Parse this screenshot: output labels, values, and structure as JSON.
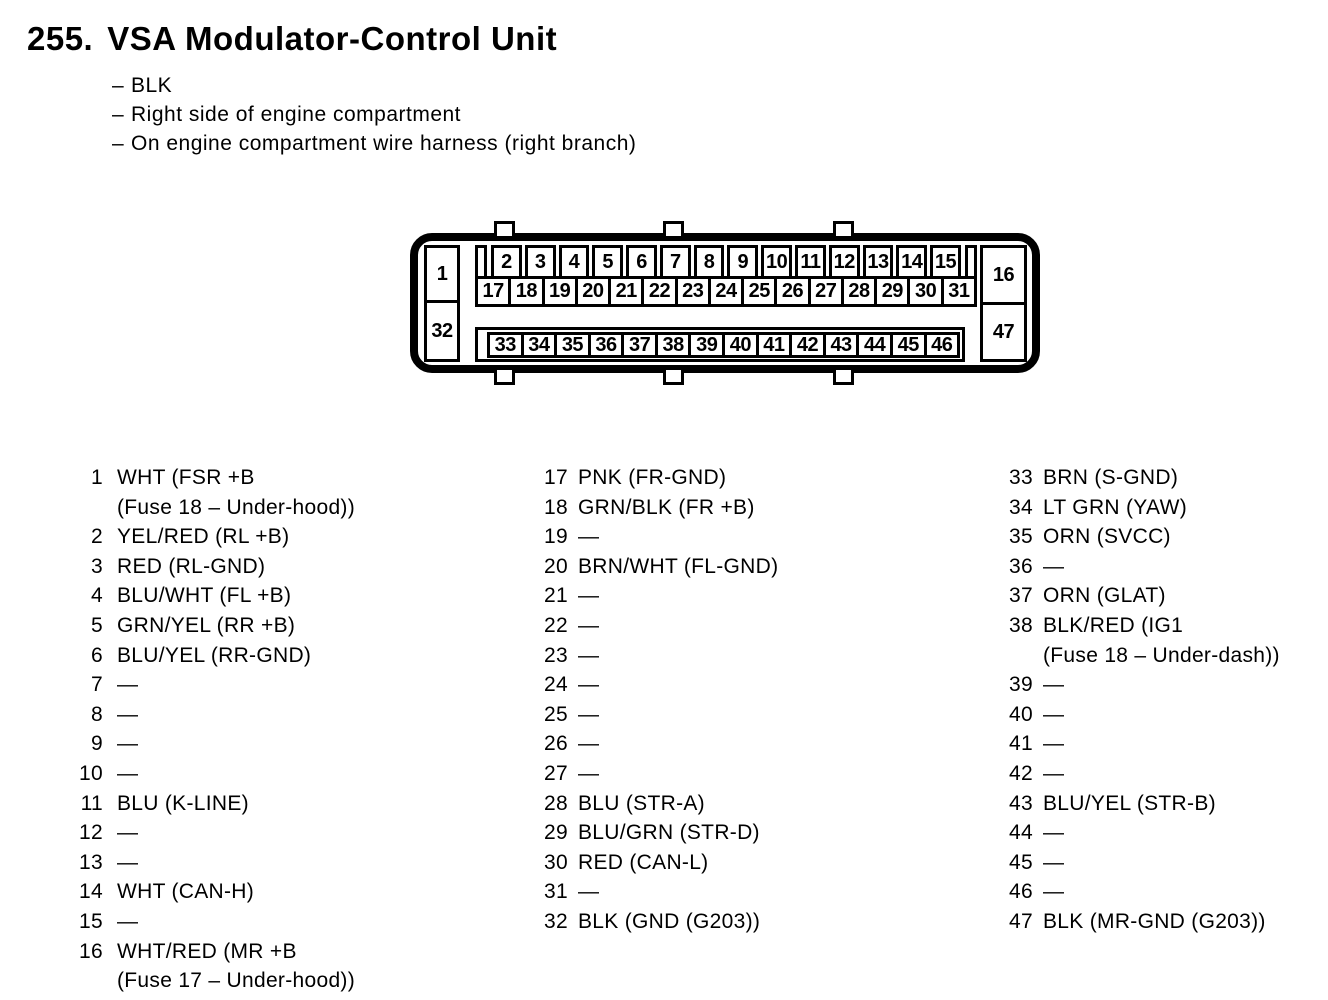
{
  "header": {
    "number": "255.",
    "title": "VSA Modulator-Control Unit",
    "bullet_dash": "–",
    "bullets": [
      "BLK",
      "Right side of engine compartment",
      "On engine compartment wire harness (right branch)"
    ]
  },
  "connector": {
    "pin1": "1",
    "pin16": "16",
    "pin32": "32",
    "pin47": "47",
    "top_row": [
      "2",
      "3",
      "4",
      "5",
      "6",
      "7",
      "8",
      "9",
      "10",
      "11",
      "12",
      "13",
      "14",
      "15"
    ],
    "middle_row": [
      "17",
      "18",
      "19",
      "20",
      "21",
      "22",
      "23",
      "24",
      "25",
      "26",
      "27",
      "28",
      "29",
      "30",
      "31"
    ],
    "bottom_row": [
      "33",
      "34",
      "35",
      "36",
      "37",
      "38",
      "39",
      "40",
      "41",
      "42",
      "43",
      "44",
      "45",
      "46"
    ]
  },
  "pin_table": {
    "col1": [
      {
        "num": "1",
        "label": "WHT (FSR +B\n(Fuse 18 – Under-hood))"
      },
      {
        "num": "2",
        "label": "YEL/RED (RL +B)"
      },
      {
        "num": "3",
        "label": "RED (RL-GND)"
      },
      {
        "num": "4",
        "label": "BLU/WHT (FL +B)"
      },
      {
        "num": "5",
        "label": "GRN/YEL (RR +B)"
      },
      {
        "num": "6",
        "label": "BLU/YEL (RR-GND)"
      },
      {
        "num": "7",
        "label": "—"
      },
      {
        "num": "8",
        "label": "—"
      },
      {
        "num": "9",
        "label": "—"
      },
      {
        "num": "10",
        "label": "—"
      },
      {
        "num": "11",
        "label": "BLU (K-LINE)"
      },
      {
        "num": "12",
        "label": "—"
      },
      {
        "num": "13",
        "label": "—"
      },
      {
        "num": "14",
        "label": "WHT (CAN-H)"
      },
      {
        "num": "15",
        "label": "—"
      },
      {
        "num": "16",
        "label": "WHT/RED (MR +B\n(Fuse 17 – Under-hood))"
      }
    ],
    "col2": [
      {
        "num": "17",
        "label": "PNK (FR-GND)"
      },
      {
        "num": "18",
        "label": "GRN/BLK (FR +B)"
      },
      {
        "num": "19",
        "label": "—"
      },
      {
        "num": "20",
        "label": "BRN/WHT (FL-GND)"
      },
      {
        "num": "21",
        "label": "—"
      },
      {
        "num": "22",
        "label": "—"
      },
      {
        "num": "23",
        "label": "—"
      },
      {
        "num": "24",
        "label": "—"
      },
      {
        "num": "25",
        "label": "—"
      },
      {
        "num": "26",
        "label": "—"
      },
      {
        "num": "27",
        "label": "—"
      },
      {
        "num": "28",
        "label": "BLU (STR-A)"
      },
      {
        "num": "29",
        "label": "BLU/GRN (STR-D)"
      },
      {
        "num": "30",
        "label": "RED (CAN-L)"
      },
      {
        "num": "31",
        "label": "—"
      },
      {
        "num": "32",
        "label": "BLK (GND (G203))"
      }
    ],
    "col3": [
      {
        "num": "33",
        "label": "BRN (S-GND)"
      },
      {
        "num": "34",
        "label": "LT GRN (YAW)"
      },
      {
        "num": "35",
        "label": "ORN (SVCC)"
      },
      {
        "num": "36",
        "label": "—"
      },
      {
        "num": "37",
        "label": "ORN (GLAT)"
      },
      {
        "num": "38",
        "label": "BLK/RED (IG1\n(Fuse 18 – Under-dash))"
      },
      {
        "num": "39",
        "label": "—"
      },
      {
        "num": "40",
        "label": "—"
      },
      {
        "num": "41",
        "label": "—"
      },
      {
        "num": "42",
        "label": "—"
      },
      {
        "num": "43",
        "label": "BLU/YEL (STR-B)"
      },
      {
        "num": "44",
        "label": "—"
      },
      {
        "num": "45",
        "label": "—"
      },
      {
        "num": "46",
        "label": "—"
      },
      {
        "num": "47",
        "label": "BLK (MR-GND (G203))"
      }
    ]
  }
}
